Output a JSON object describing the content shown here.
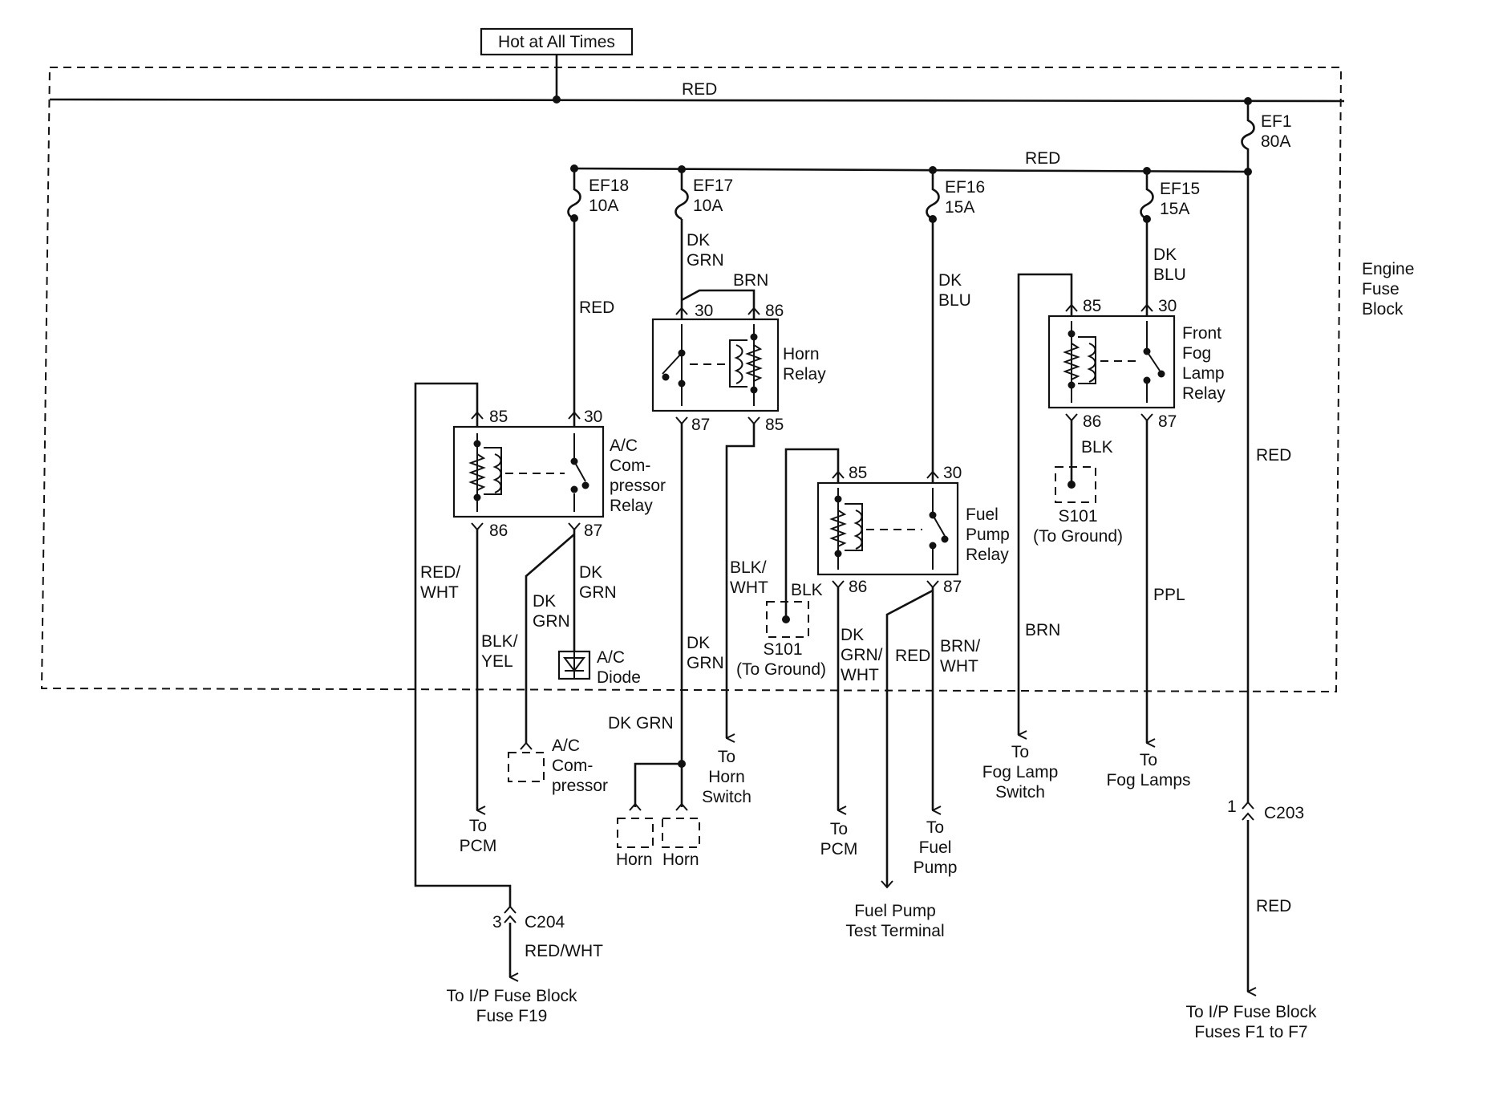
{
  "power": {
    "label": "Hot at All Times"
  },
  "fuse_block": {
    "label": [
      "Engine",
      "Fuse",
      "Block"
    ]
  },
  "wires": {
    "main_bus": "RED",
    "fuse_bus": "RED",
    "ef18_out": "RED",
    "ac_relay_85": [
      "RED/",
      "WHT"
    ],
    "ac_relay_86": [
      "BLK/",
      "YEL"
    ],
    "ac_comp_wire": [
      "DK",
      "GRN"
    ],
    "ac_relay_87": [
      "DK",
      "GRN"
    ],
    "ef17_out": [
      "DK",
      "GRN"
    ],
    "horn_relay_86": "BRN",
    "horn_relay_87": [
      "DK",
      "GRN"
    ],
    "horn_feed": "DK GRN",
    "horn_relay_85": [
      "BLK/",
      "WHT"
    ],
    "s101_horn": "BLK",
    "ef16_out": [
      "DK",
      "BLU"
    ],
    "fuel_relay_86": [
      "DK",
      "GRN/",
      "WHT"
    ],
    "fuel_test": "RED",
    "fuel_relay_87": [
      "BRN/",
      "WHT"
    ],
    "fog_switch": "BRN",
    "ef15_out": [
      "DK",
      "BLU"
    ],
    "fog_relay_86": "BLK",
    "fog_relay_87": "PPL",
    "ef1_out": "RED",
    "c203_out": "RED",
    "c204_out": "RED/WHT"
  },
  "fuses": {
    "ef1": [
      "EF1",
      "80A"
    ],
    "ef18": [
      "EF18",
      "10A"
    ],
    "ef17": [
      "EF17",
      "10A"
    ],
    "ef16": [
      "EF16",
      "15A"
    ],
    "ef15": [
      "EF15",
      "15A"
    ]
  },
  "relays": {
    "ac": {
      "name": [
        "A/C",
        "Com-",
        "pressor",
        "Relay"
      ],
      "pins": [
        "85",
        "30",
        "86",
        "87"
      ]
    },
    "horn": {
      "name": [
        "Horn",
        "Relay"
      ],
      "pins": [
        "30",
        "86",
        "87",
        "85"
      ]
    },
    "fuel": {
      "name": [
        "Fuel",
        "Pump",
        "Relay"
      ],
      "pins": [
        "85",
        "30",
        "86",
        "87"
      ]
    },
    "fog": {
      "name": [
        "Front",
        "Fog",
        "Lamp",
        "Relay"
      ],
      "pins": [
        "85",
        "30",
        "86",
        "87"
      ]
    }
  },
  "components": {
    "ac_diode": [
      "A/C",
      "Diode"
    ],
    "ac_compressor": [
      "A/C",
      "Com-",
      "pressor"
    ],
    "horn1": "Horn",
    "horn2": "Horn",
    "s101_horn": [
      "S101",
      "(To Ground)"
    ],
    "s101_fog": [
      "S101",
      "(To Ground)"
    ]
  },
  "destinations": {
    "pcm_ac": [
      "To",
      "PCM"
    ],
    "horn_switch": [
      "To",
      "Horn",
      "Switch"
    ],
    "pcm_fuel": [
      "To",
      "PCM"
    ],
    "fuel_pump": [
      "To",
      "Fuel",
      "Pump"
    ],
    "fuel_test_terminal": [
      "Fuel Pump",
      "Test Terminal"
    ],
    "fog_switch": [
      "To",
      "Fog Lamp",
      "Switch"
    ],
    "fog_lamps": [
      "To",
      "Fog Lamps"
    ],
    "ip_f19": [
      "To I/P Fuse Block",
      "Fuse F19"
    ],
    "ip_f1_f7": [
      "To I/P Fuse Block",
      "Fuses F1 to F7"
    ]
  },
  "connectors": {
    "c204": {
      "pin": "3",
      "name": "C204"
    },
    "c203": {
      "pin": "1",
      "name": "C203"
    }
  }
}
